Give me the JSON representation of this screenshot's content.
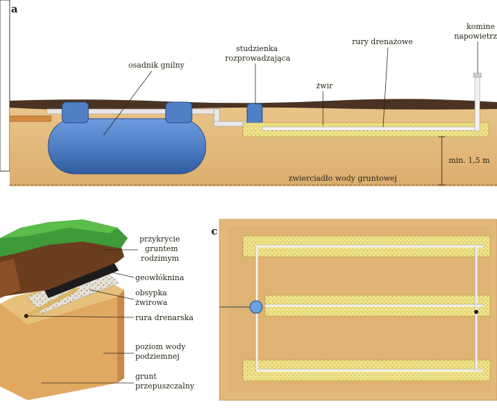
{
  "panels": {
    "a": "a",
    "c": "c"
  },
  "labels_a": {
    "septic_tank": "osadnik gnilny",
    "distribution_well_1": "studzienka",
    "distribution_well_2": "rozprowadzająca",
    "drain_pipes": "rury drenażowe",
    "vent_1": "komine",
    "vent_2": "napowietrz",
    "gravel": "żwir",
    "min_depth": "min. 1,5 m",
    "groundwater_table": "zwierciadło wody gruntowej"
  },
  "labels_b": {
    "cover_1": "przykrycie",
    "cover_2": "gruntem",
    "cover_3": "rodzimym",
    "geotextile": "geowłóknina",
    "gravel_fill_1": "obsypka",
    "gravel_fill_2": "żwirowa",
    "drain_pipe": "rura drenarska",
    "water_level_1": "poziom wody",
    "water_level_2": "podziemnej",
    "permeable_soil_1": "grunt",
    "permeable_soil_2": "przepuszczalny"
  },
  "colors": {
    "soil": "#e2b979",
    "soil_dark": "#c9985a",
    "topsoil": "#4a3322",
    "grass": "#3f9b3a",
    "gravel": "#efe38a",
    "tank": "#4f7fc4",
    "tank_dark": "#2f5c9e",
    "pipe": "#dcdcdc"
  }
}
